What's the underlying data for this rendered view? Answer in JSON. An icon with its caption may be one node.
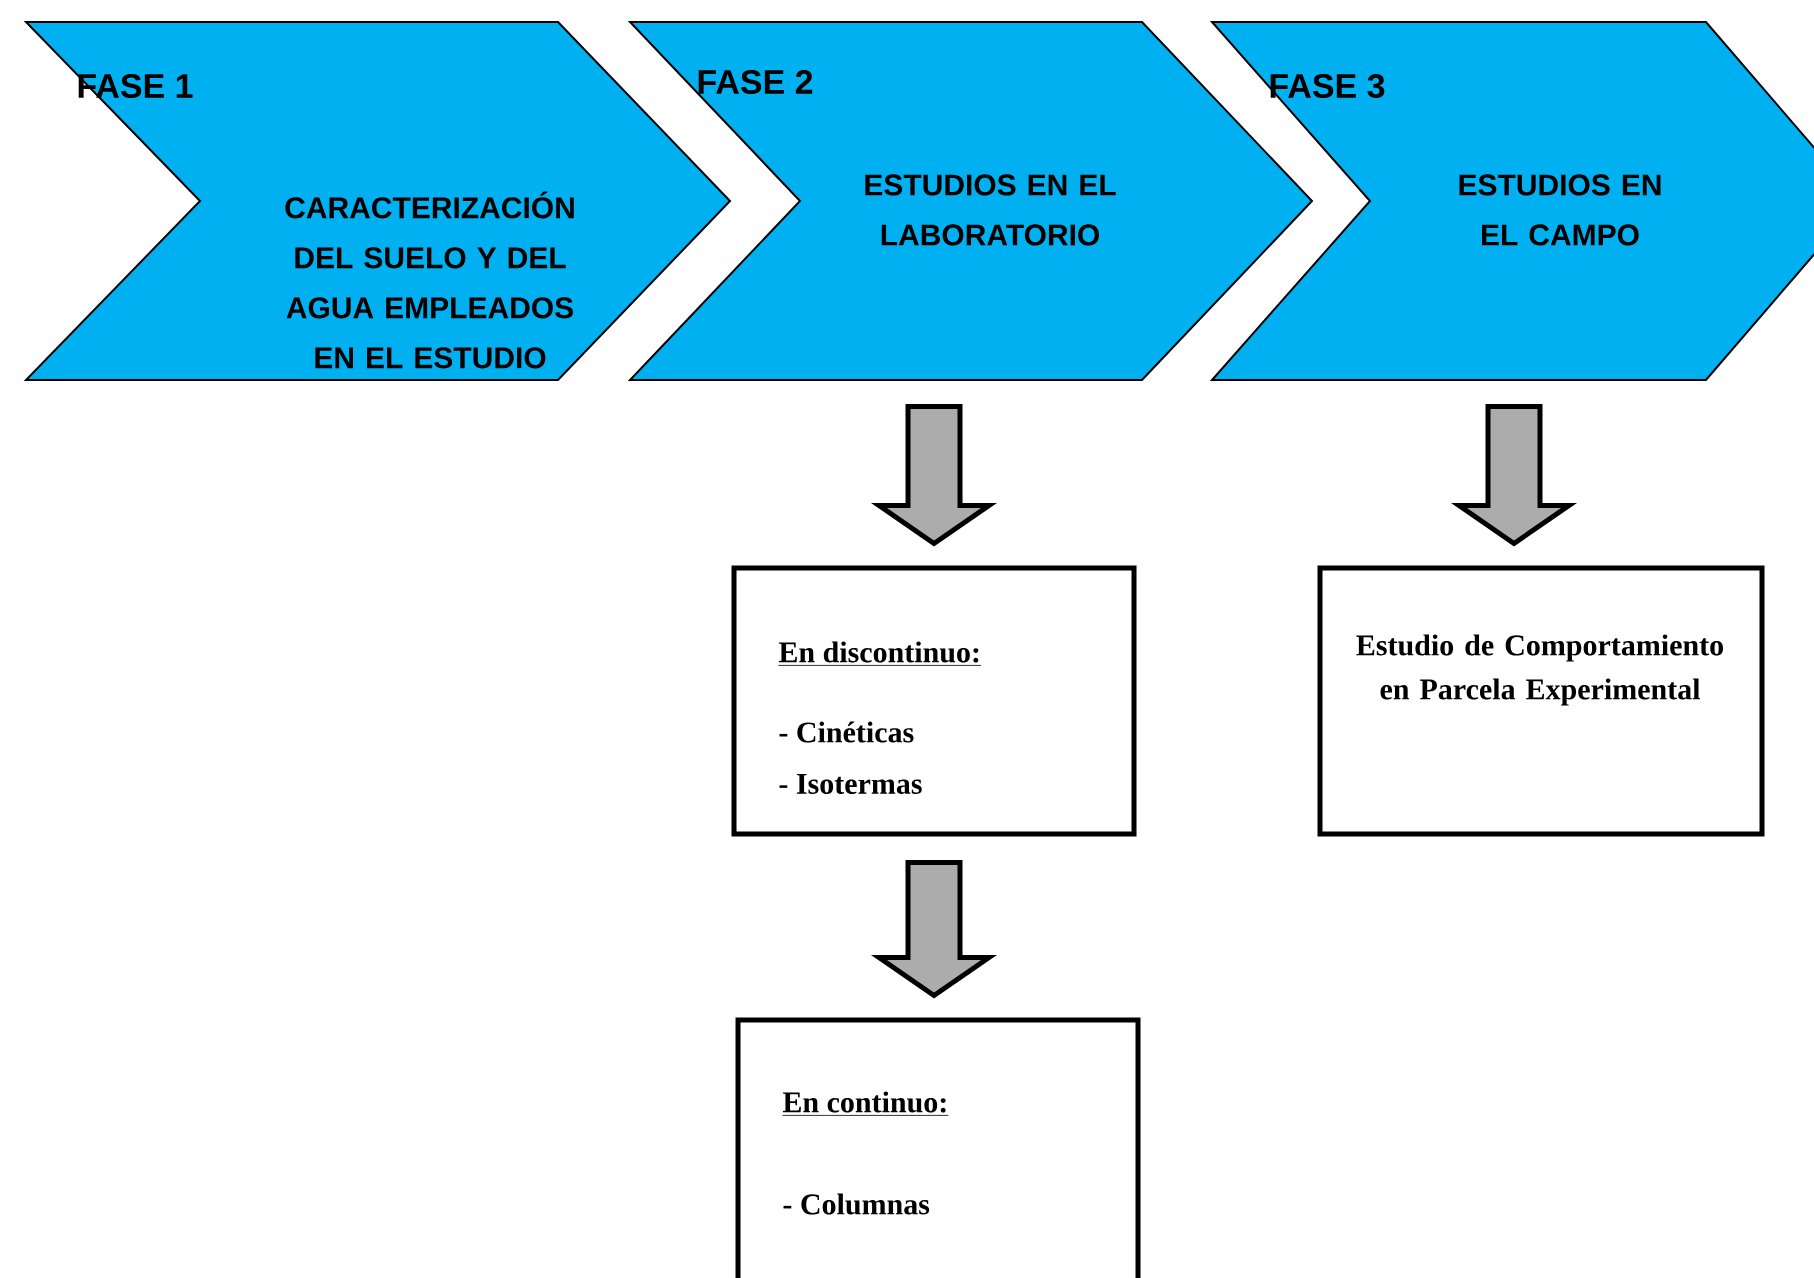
{
  "diagram": {
    "nodes": [
      {
        "text": [
          "FASE 1",
          "CARACTERIZACIÓN DEL SUELO Y DEL AGUA EMPLEADOS EN EL ESTUDIO"
        ]
      },
      {
        "text": [
          "FASE 2",
          "ESTUDIOS EN EL LABORATORIO"
        ]
      },
      {
        "text": [
          "FASE 3",
          "ESTUDIOS EN EL CAMPO"
        ]
      },
      {
        "text": [
          "En discontinuo:",
          "- Cinéticas",
          "- Isotermas"
        ]
      },
      {
        "text": [
          "En continuo:",
          "- Columnas"
        ]
      },
      {
        "text": [
          "Estudio de Comportamiento en Parcela Experimental"
        ]
      }
    ],
    "edges": [
      {
        "from": 1,
        "to": 3,
        "arrow": "to"
      },
      {
        "from": 3,
        "to": 4,
        "arrow": "to"
      },
      {
        "from": 2,
        "to": 5,
        "arrow": "to"
      }
    ]
  }
}
